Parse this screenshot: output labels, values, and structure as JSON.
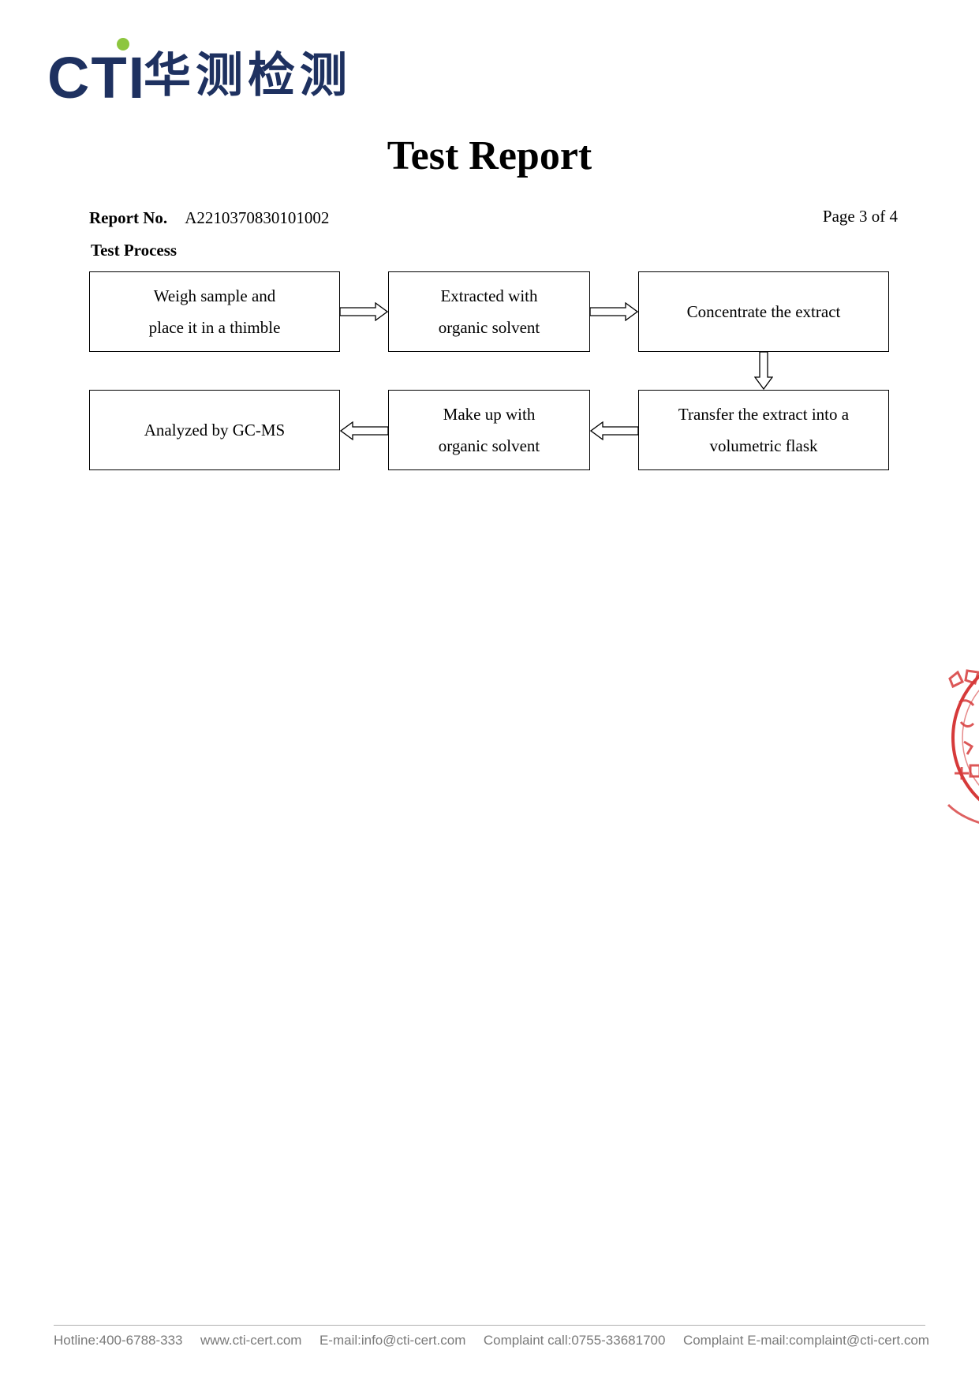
{
  "logo": {
    "brand": "CTI",
    "chinese": "华测检测"
  },
  "title": "Test Report",
  "report": {
    "label": "Report No.",
    "number": "A2210370830101002"
  },
  "page": "Page 3 of 4",
  "section": "Test Process",
  "flow": {
    "step1": [
      "Weigh sample and",
      "place it in a thimble"
    ],
    "step2": [
      "Extracted with",
      "organic solvent"
    ],
    "step3": [
      "Concentrate the extract"
    ],
    "step4": [
      "Transfer the extract into a",
      "volumetric flask"
    ],
    "step5": [
      "Make up with",
      "organic solvent"
    ],
    "step6": [
      "Analyzed by GC-MS"
    ]
  },
  "stamp": {
    "color": "#d63a3a"
  },
  "footer": {
    "hotline": "Hotline:400-6788-333",
    "website": "www.cti-cert.com",
    "email": "E-mail:info@cti-cert.com",
    "complaint_call": "Complaint call:0755-33681700",
    "complaint_email": "Complaint E-mail:complaint@cti-cert.com"
  }
}
